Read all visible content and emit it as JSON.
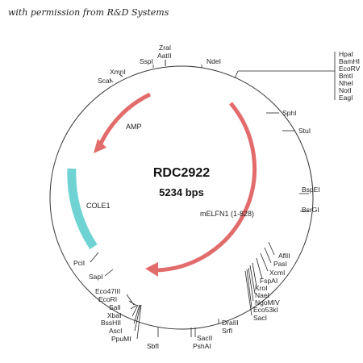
{
  "caption": "with permission from R&D Systems",
  "plasmid": {
    "name": "RDC2922",
    "size": "5234 bps"
  },
  "features": [
    {
      "name": "AMP",
      "color": "#e26b6b",
      "type": "arrow"
    },
    {
      "name": "COLE1",
      "color": "#6fd3d3",
      "type": "block"
    },
    {
      "name": "mELFN1 (1-828)",
      "color": "#e26b6b",
      "type": "arrow"
    }
  ],
  "sites": {
    "top": [
      "ZraI",
      "AatII",
      "SspI",
      "XmnI",
      "ScaI",
      "NdeI"
    ],
    "cluster_right": [
      "HpaI",
      "BamHI",
      "EcoRV",
      "BmtI",
      "NheI",
      "NotI",
      "EagI"
    ],
    "right": [
      "SphI",
      "StuI",
      "BspEI",
      "BsrGI"
    ],
    "lower_right": [
      "AflII",
      "PasI",
      "XcmI",
      "FspAI",
      "KroI",
      "NaeI",
      "NgoMIV",
      "Eco53kI",
      "SacI"
    ],
    "bottom_mid": [
      "DraIII",
      "SrfI",
      "SacII",
      "PshAI",
      "SbfI"
    ],
    "lower_left": [
      "Eco47III",
      "EcoRI",
      "SalI",
      "XbaI",
      "BssHII",
      "AscI",
      "PpuMI"
    ],
    "left": [
      "PciI",
      "SapI"
    ]
  }
}
